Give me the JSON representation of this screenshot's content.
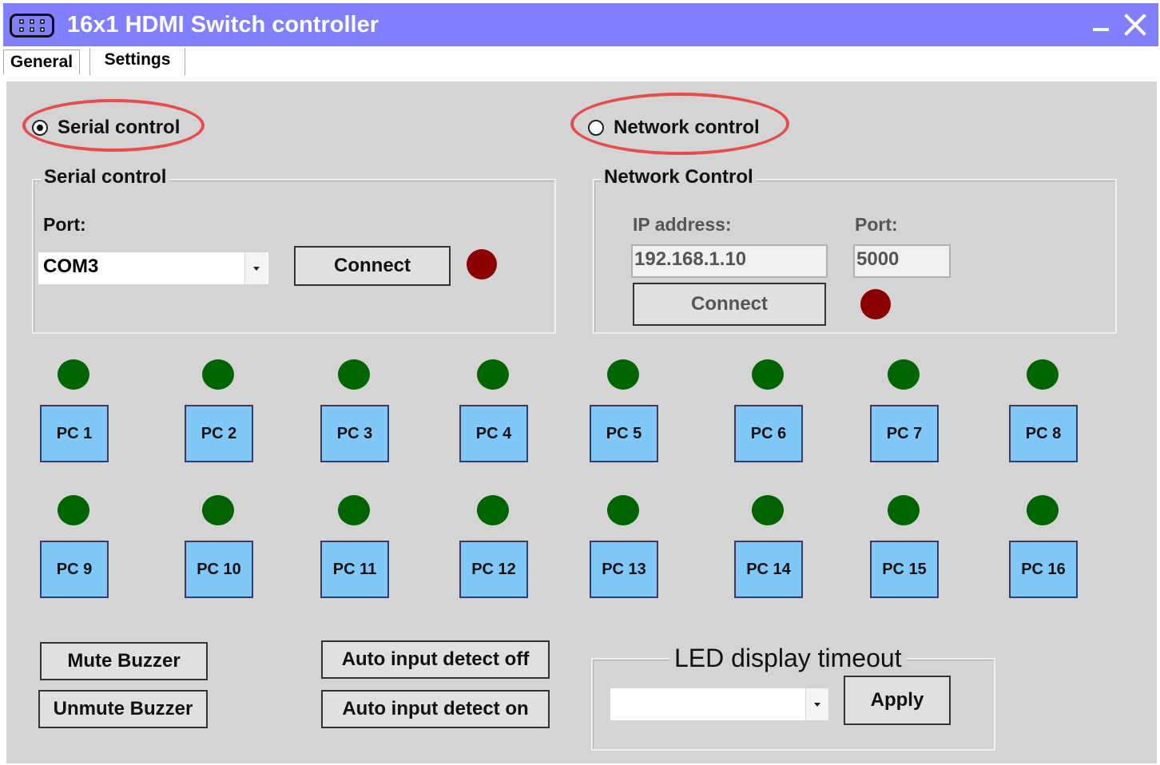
{
  "window": {
    "title": "16x1 HDMI Switch controller",
    "titlebar_color": "#7f7fff",
    "icons": [
      "app-icon",
      "minimize-icon",
      "close-icon"
    ]
  },
  "tabs": [
    {
      "label": "General",
      "selected": true
    },
    {
      "label": "Settings",
      "selected": false
    }
  ],
  "mode": {
    "serial_radio_label": "Serial control",
    "serial_selected": true,
    "network_radio_label": "Network control",
    "network_selected": false,
    "highlight_color": "#e84b4b"
  },
  "serial": {
    "group_title": "Serial control",
    "port_label": "Port:",
    "port_value": "COM3",
    "connect_label": "Connect",
    "status_color": "#8b0000"
  },
  "network": {
    "group_title": "Network Control",
    "ip_label": "IP address:",
    "ip_value": "192.168.1.10",
    "port_label": "Port:",
    "port_value": "5000",
    "connect_label": "Connect",
    "status_color": "#8b0000"
  },
  "inputs": {
    "led_color": "#006400",
    "button_color": "#80c8f8",
    "items": [
      "PC 1",
      "PC 2",
      "PC 3",
      "PC 4",
      "PC 5",
      "PC 6",
      "PC 7",
      "PC 8",
      "PC 9",
      "PC 10",
      "PC 11",
      "PC 12",
      "PC 13",
      "PC 14",
      "PC 15",
      "PC 16"
    ]
  },
  "buzzer": {
    "mute_label": "Mute Buzzer",
    "unmute_label": "Unmute Buzzer"
  },
  "auto_detect": {
    "off_label": "Auto input detect off",
    "on_label": "Auto input detect on"
  },
  "led_timeout": {
    "title": "LED display timeout",
    "value": "",
    "apply_label": "Apply"
  }
}
